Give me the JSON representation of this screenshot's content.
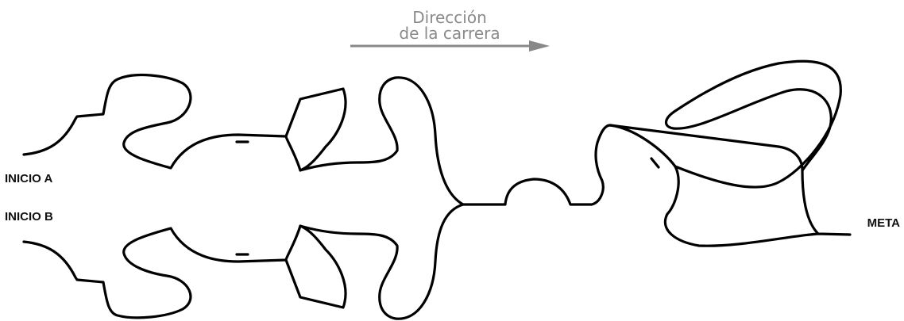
{
  "direction": {
    "line1": "Dirección",
    "line2": "de la carrera"
  },
  "labels": {
    "start_a": "INICIO A",
    "start_b": "INICIO B",
    "finish": "META"
  },
  "colors": {
    "track": "#000000",
    "arrow": "#888888",
    "text": "#111111",
    "direction_text": "#8a8a8a",
    "background": "#ffffff"
  }
}
